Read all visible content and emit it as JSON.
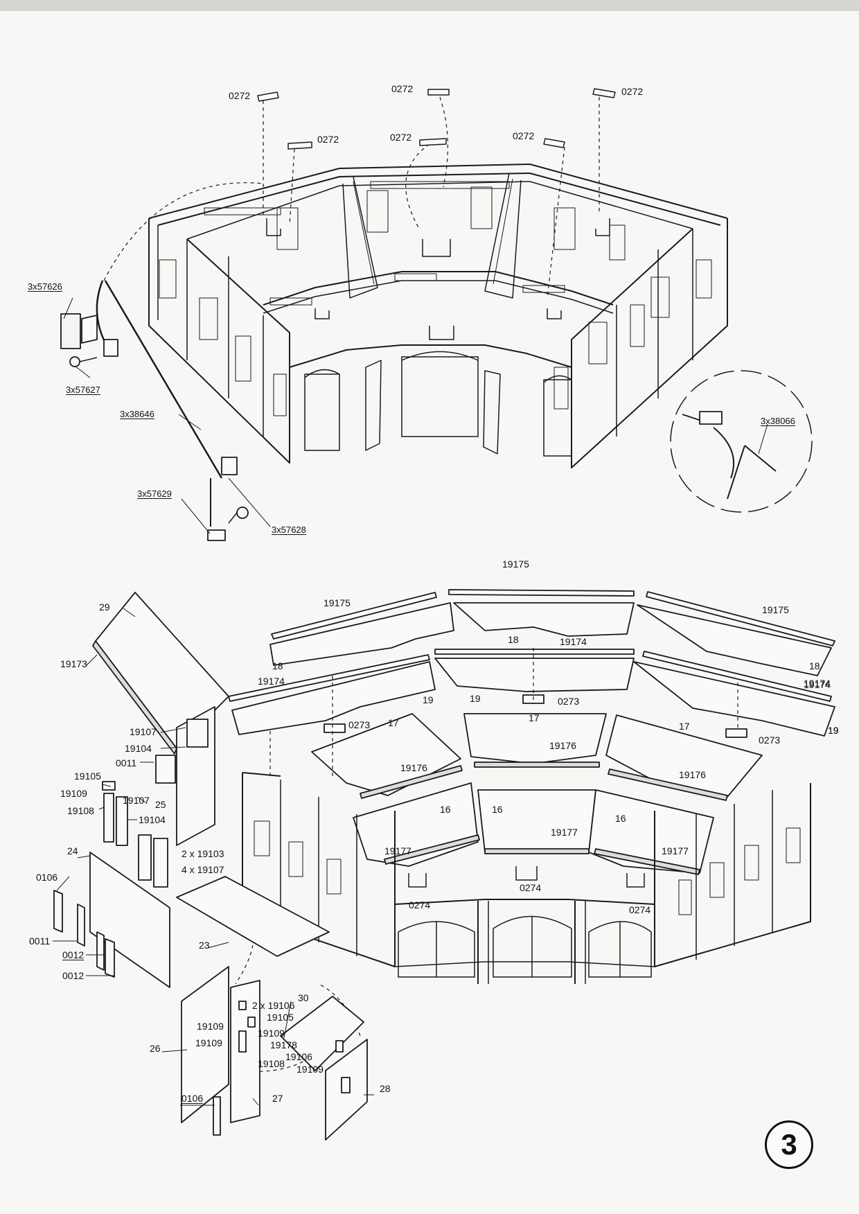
{
  "page_number": "3",
  "top_assembly": {
    "labels": [
      "0272",
      "0272",
      "0272",
      "0272",
      "0272",
      "0272",
      "3x57626",
      "3x57627",
      "3x38646",
      "3x57629",
      "3x57628",
      "3x38066"
    ]
  },
  "bottom_assembly": {
    "labels": [
      "19175",
      "19175",
      "19175",
      "18",
      "19174",
      "18",
      "19174",
      "19174",
      "18",
      "19",
      "19",
      "0273",
      "19",
      "19174",
      "0273",
      "17",
      "17",
      "17",
      "0273",
      "19",
      "19176",
      "19176",
      "19176",
      "16",
      "16",
      "16",
      "19177",
      "19177",
      "19177",
      "0274",
      "0274",
      "0274",
      "29",
      "19173",
      "19107",
      "19104",
      "0011",
      "19105",
      "19109",
      "19107",
      "25",
      "19108",
      "19104",
      "24",
      "2 x 19103",
      "4 x 19107",
      "0106",
      "0011",
      "0012",
      "0012",
      "23",
      "2 x 19106",
      "30",
      "19105",
      "19109",
      "19109",
      "19109",
      "19178",
      "19106",
      "19108",
      "19109",
      "26",
      "0106",
      "27",
      "28"
    ]
  }
}
